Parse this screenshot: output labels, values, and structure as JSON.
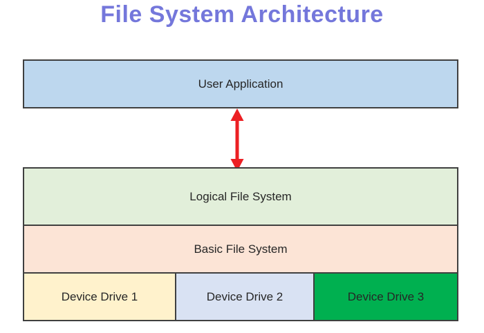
{
  "title": {
    "text": "File System Architecture",
    "color": "#7477db"
  },
  "diagram": {
    "border_color": "#3f3f3f",
    "text_color": "#262626",
    "layers": [
      {
        "id": "user-application",
        "label": "User Application",
        "bg": "#bdd7ee"
      },
      {
        "id": "logical-file-system",
        "label": "Logical File System",
        "bg": "#e2efda"
      },
      {
        "id": "basic-file-system",
        "label": "Basic File System",
        "bg": "#fce4d6"
      }
    ],
    "drives": [
      {
        "id": "device-drive-1",
        "label": "Device Drive 1",
        "bg": "#fff2cc"
      },
      {
        "id": "device-drive-2",
        "label": "Device Drive 2",
        "bg": "#d9e2f3"
      },
      {
        "id": "device-drive-3",
        "label": "Device Drive 3",
        "bg": "#00b050"
      }
    ],
    "arrow": {
      "name": "double-headed-vertical-arrow",
      "color": "#ec2024",
      "connects": [
        "User Application",
        "Logical File System"
      ]
    }
  }
}
